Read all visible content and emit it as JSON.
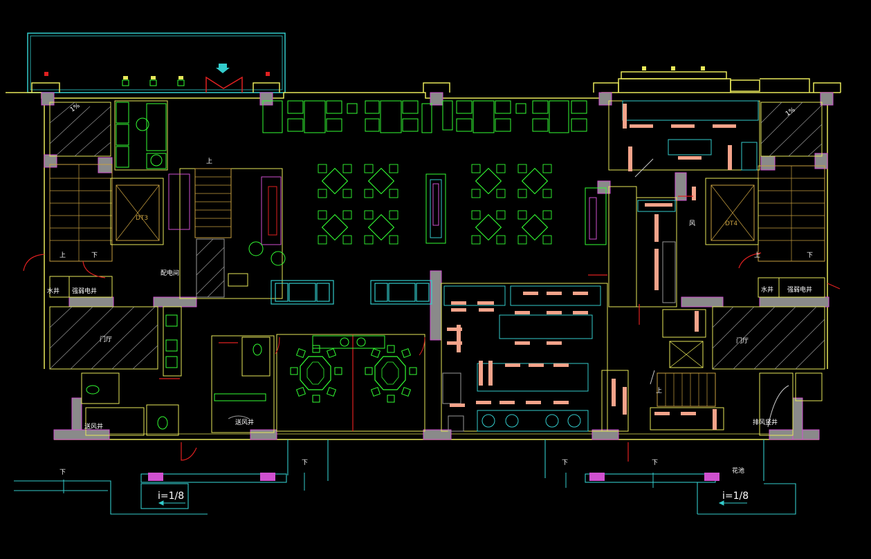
{
  "colors": {
    "background": "#000000",
    "wall_yellow": "#e8e85a",
    "furniture_green": "#33ff33",
    "cyan": "#33cccc",
    "magenta": "#d050d0",
    "equipment_salmon": "#f4a38a",
    "door_red": "#e02020",
    "hatch": "#9a9a9a",
    "stair_orange": "#c8a040",
    "blue": "#4488ff"
  },
  "labels": {
    "up_stair_top": "上",
    "up_left_stair": "上",
    "down_left_stair": "下",
    "up_right_stair": "上",
    "down_right_stair": "下",
    "up_right_kitchen": "上",
    "down_bottom_left": "下",
    "down_mid_left": "下",
    "down_mid_right": "下",
    "down_right_center": "下",
    "slope_left": "i=1/8",
    "slope_right": "i=1/8",
    "left_shaft_1": "水井",
    "left_shaft_2": "强弱电井",
    "left_lobby": "门厅",
    "left_electrical_room": "配电间",
    "left_vent_shaft": "送风井",
    "mid_vent_shaft": "送风井",
    "right_shaft_1": "水井",
    "right_shaft_2": "强弱电井",
    "right_lobby": "门厅",
    "right_exhaust_shaft": "排风竖井",
    "planter": "花池",
    "left_elevator_tag": "DT3",
    "right_elevator_tag": "DT4",
    "right_wind": "风",
    "corner_tag_left": "1%",
    "corner_tag_right": "1%"
  }
}
